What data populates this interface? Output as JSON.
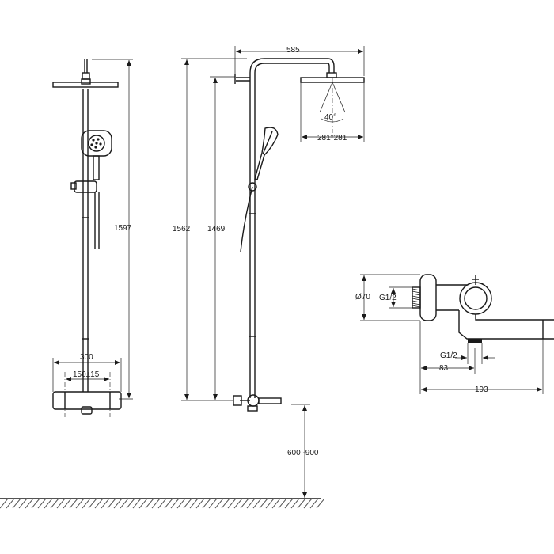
{
  "dimensions": {
    "total_height": "1597",
    "column_height": "1562",
    "outlet_height": "1469",
    "arm_length": "585",
    "spray_angle": "40°",
    "head_size": "281*281",
    "mixer_width": "300",
    "inlet_spacing": "150±15",
    "install_height": "600 -900",
    "body_diameter": "Ø70",
    "thread_inlet": "G1/2",
    "thread_outlet": "G1/2",
    "outlet_offset": "83",
    "spout_length": "193"
  }
}
